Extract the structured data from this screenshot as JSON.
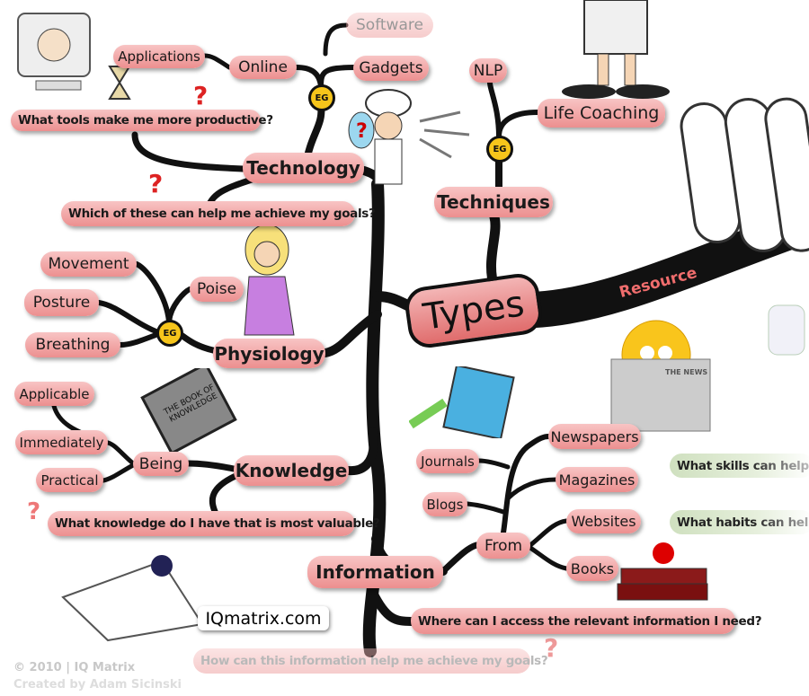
{
  "center": {
    "label": "Types",
    "resource_label": "Resource"
  },
  "technology": {
    "label": "Technology",
    "eg": "EG",
    "online": "Online",
    "applications": "Applications",
    "software": "Software",
    "gadgets": "Gadgets",
    "q1": "What tools make me more productive?",
    "q2": "Which of these can help me achieve my goals?"
  },
  "techniques": {
    "label": "Techniques",
    "eg": "EG",
    "nlp": "NLP",
    "life_coaching": "Life Coaching"
  },
  "physiology": {
    "label": "Physiology",
    "eg": "EG",
    "poise": "Poise",
    "movement": "Movement",
    "posture": "Posture",
    "breathing": "Breathing"
  },
  "knowledge": {
    "label": "Knowledge",
    "being": "Being",
    "applicable": "Applicable",
    "immediately": "Immediately",
    "practical": "Practical",
    "book_title": "THE BOOK OF KNOWLEDGE",
    "q1": "What knowledge do I have that is most valuable?"
  },
  "information": {
    "label": "Information",
    "from": "From",
    "journals": "Journals",
    "newspapers": "Newspapers",
    "magazines": "Magazines",
    "blogs": "Blogs",
    "websites": "Websites",
    "books": "Books",
    "newspaper_title": "THE NEWS",
    "q1": "Where can I access the relevant information I need?",
    "q2": "How can this information help me achieve my goals?"
  },
  "side_questions": [
    "What skills can help",
    "What habits can help"
  ],
  "branding": {
    "site": "IQmatrix.com",
    "copyright": "© 2010 | IQ Matrix",
    "author": "Created by Adam Sicinski"
  },
  "colors": {
    "pill": "#ec8f8f",
    "branch": "#111111",
    "eg": "#f6c51b",
    "resource_text": "#f06d6d"
  }
}
